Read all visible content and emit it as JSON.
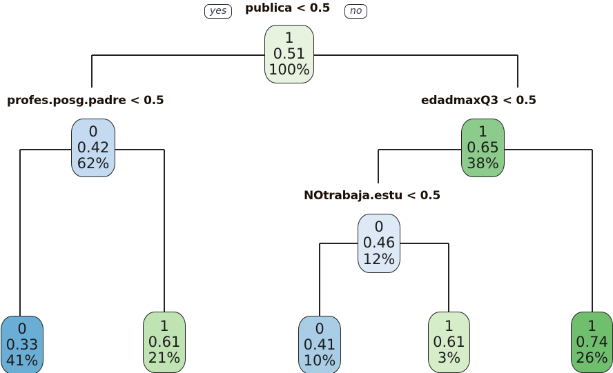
{
  "figure": {
    "type": "decision-tree",
    "title": "",
    "root_split": "publica < 0.5",
    "yes_label": "yes",
    "no_label": "no"
  },
  "colors": {
    "root_fill": "#e7f2df",
    "blue_mid": "#c3daf0",
    "blue_pale": "#dde9f7",
    "blue_dark": "#6aaed6",
    "blue_light": "#a8cde5",
    "green_mid": "#8ccb8c",
    "green_light": "#bfe3b3",
    "green_pale": "#d6edc9",
    "green_dark": "#6fbf6f",
    "stroke": "#222222",
    "text": "#1b1b1b",
    "label_text": "#1a1008"
  },
  "splits": [
    {
      "id": "split-root",
      "text": "publica < 0.5"
    },
    {
      "id": "split-left",
      "text": "profes.posg.padre < 0.5"
    },
    {
      "id": "split-right",
      "text": "edadmaxQ3 < 0.5"
    },
    {
      "id": "split-right-left",
      "text": "NOtrabaja.estu < 0.5"
    }
  ],
  "nodes": [
    {
      "id": "node-root",
      "class": "1",
      "prob": "0.51",
      "pct": "100%",
      "kind": "internal"
    },
    {
      "id": "node-left",
      "class": "0",
      "prob": "0.42",
      "pct": "62%",
      "kind": "internal"
    },
    {
      "id": "node-right",
      "class": "1",
      "prob": "0.65",
      "pct": "38%",
      "kind": "internal"
    },
    {
      "id": "node-right-left",
      "class": "0",
      "prob": "0.46",
      "pct": "12%",
      "kind": "internal"
    },
    {
      "id": "leaf-1",
      "class": "0",
      "prob": "0.33",
      "pct": "41%",
      "kind": "leaf"
    },
    {
      "id": "leaf-2",
      "class": "1",
      "prob": "0.61",
      "pct": "21%",
      "kind": "leaf"
    },
    {
      "id": "leaf-3",
      "class": "0",
      "prob": "0.41",
      "pct": "10%",
      "kind": "leaf"
    },
    {
      "id": "leaf-4",
      "class": "1",
      "prob": "0.61",
      "pct": "3%",
      "kind": "leaf"
    },
    {
      "id": "leaf-5",
      "class": "1",
      "prob": "0.74",
      "pct": "26%",
      "kind": "leaf"
    }
  ],
  "chart_data": {
    "type": "tree",
    "title": "",
    "description": "CART classification tree; each node shows predicted class, predicted probability, and percentage of observations.",
    "root_variable": "publica",
    "branch_labels": {
      "left": "yes",
      "right": "no"
    },
    "tree": {
      "split": "publica < 0.5",
      "node": {
        "class": "1",
        "prob": 0.51,
        "pct": 100
      },
      "children": [
        {
          "branch": "yes",
          "split": "profes.posg.padre < 0.5",
          "node": {
            "class": "0",
            "prob": 0.42,
            "pct": 62
          },
          "children": [
            {
              "branch": "yes",
              "node": {
                "class": "0",
                "prob": 0.33,
                "pct": 41
              },
              "leaf": true
            },
            {
              "branch": "no",
              "node": {
                "class": "1",
                "prob": 0.61,
                "pct": 21
              },
              "leaf": true
            }
          ]
        },
        {
          "branch": "no",
          "split": "edadmaxQ3 < 0.5",
          "node": {
            "class": "1",
            "prob": 0.65,
            "pct": 38
          },
          "children": [
            {
              "branch": "yes",
              "split": "NOtrabaja.estu < 0.5",
              "node": {
                "class": "0",
                "prob": 0.46,
                "pct": 12
              },
              "children": [
                {
                  "branch": "yes",
                  "node": {
                    "class": "0",
                    "prob": 0.41,
                    "pct": 10
                  },
                  "leaf": true
                },
                {
                  "branch": "no",
                  "node": {
                    "class": "1",
                    "prob": 0.61,
                    "pct": 3
                  },
                  "leaf": true
                }
              ]
            },
            {
              "branch": "no",
              "node": {
                "class": "1",
                "prob": 0.74,
                "pct": 26
              },
              "leaf": true
            }
          ]
        }
      ]
    }
  }
}
